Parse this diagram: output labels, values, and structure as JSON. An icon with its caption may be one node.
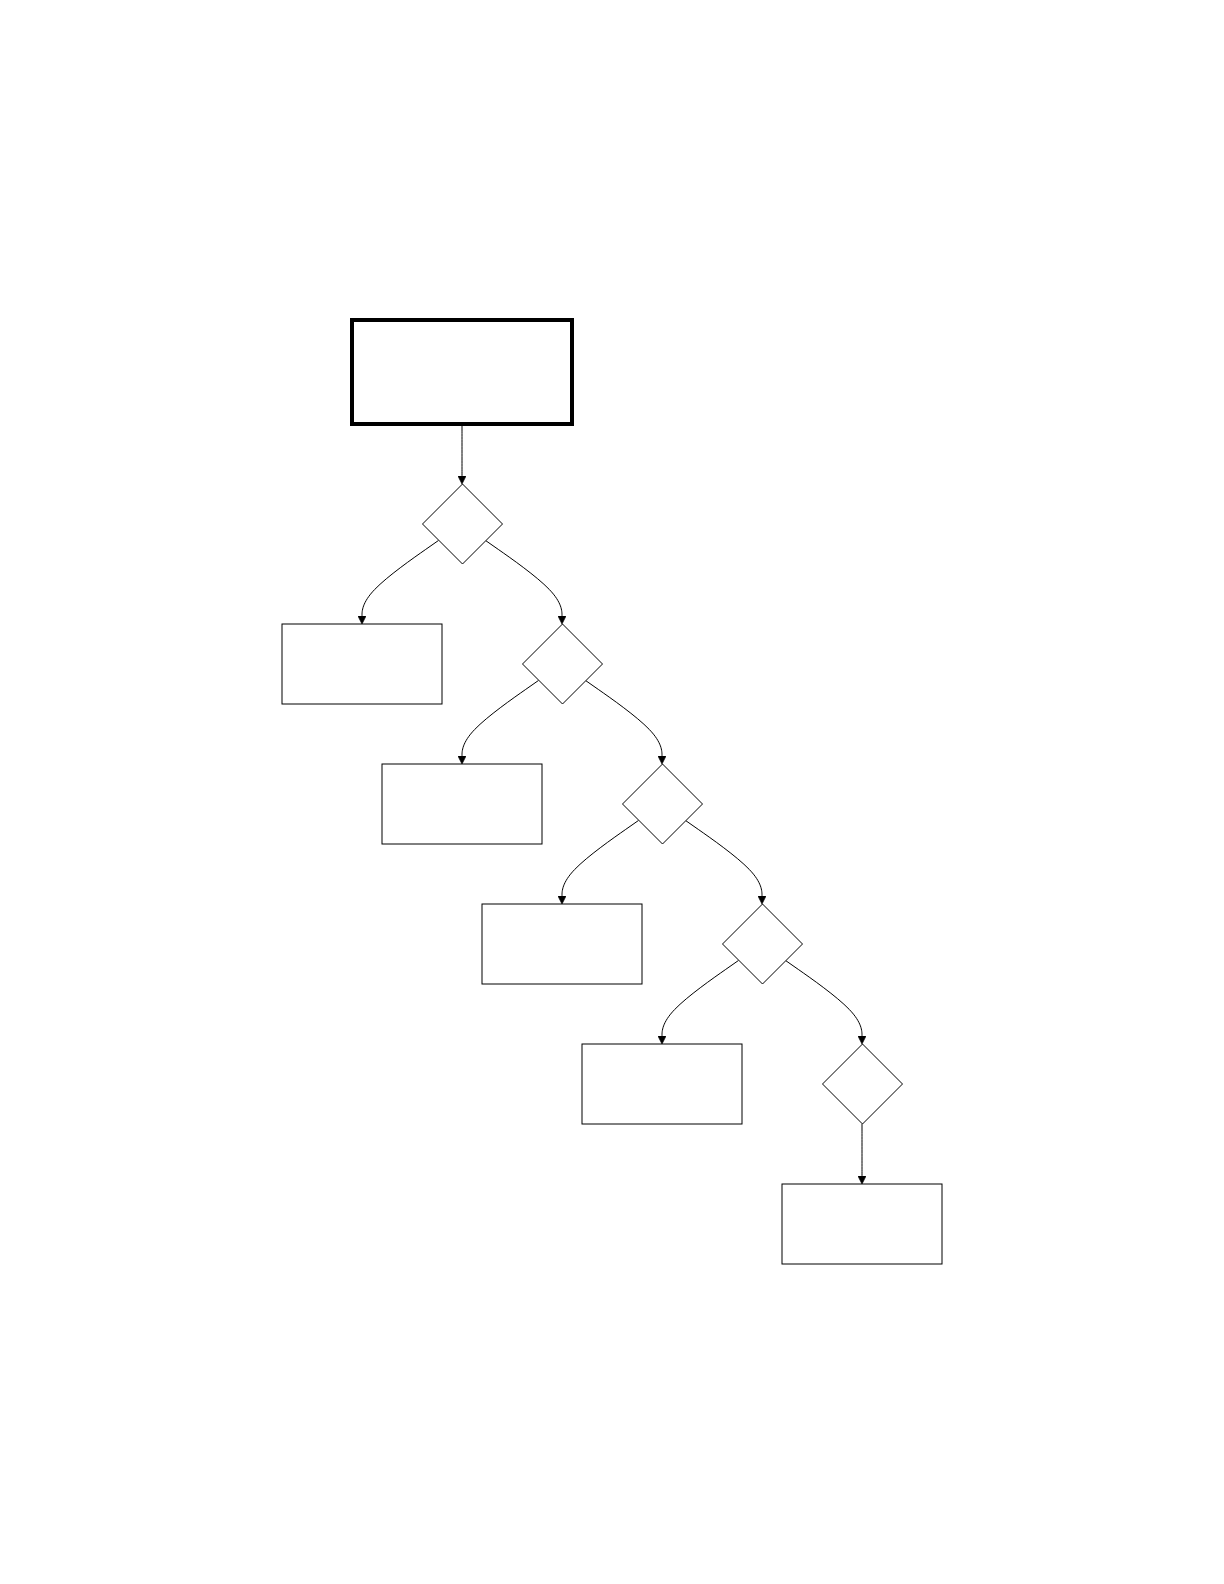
{
  "diagram": {
    "nodes": [
      {
        "text": [],
        "shape": "box"
      },
      {
        "text": [],
        "shape": "diamond"
      },
      {
        "text": [],
        "shape": "box"
      },
      {
        "text": [],
        "shape": "diamond"
      },
      {
        "text": [],
        "shape": "box"
      },
      {
        "text": [],
        "shape": "diamond"
      },
      {
        "text": [],
        "shape": "box"
      },
      {
        "text": [],
        "shape": "diamond"
      },
      {
        "text": [],
        "shape": "box"
      },
      {
        "text": [],
        "shape": "diamond"
      },
      {
        "text": [],
        "shape": "box"
      }
    ],
    "edges": [
      {
        "from": 0,
        "to": 1,
        "arrow": "to"
      },
      {
        "from": 1,
        "to": 2,
        "arrow": "to"
      },
      {
        "from": 1,
        "to": 3,
        "arrow": "to"
      },
      {
        "from": 3,
        "to": 4,
        "arrow": "to"
      },
      {
        "from": 3,
        "to": 5,
        "arrow": "to"
      },
      {
        "from": 5,
        "to": 6,
        "arrow": "to"
      },
      {
        "from": 5,
        "to": 7,
        "arrow": "to"
      },
      {
        "from": 7,
        "to": 8,
        "arrow": "to"
      },
      {
        "from": 7,
        "to": 9,
        "arrow": "to"
      },
      {
        "from": 9,
        "to": 10,
        "arrow": "to"
      }
    ]
  }
}
